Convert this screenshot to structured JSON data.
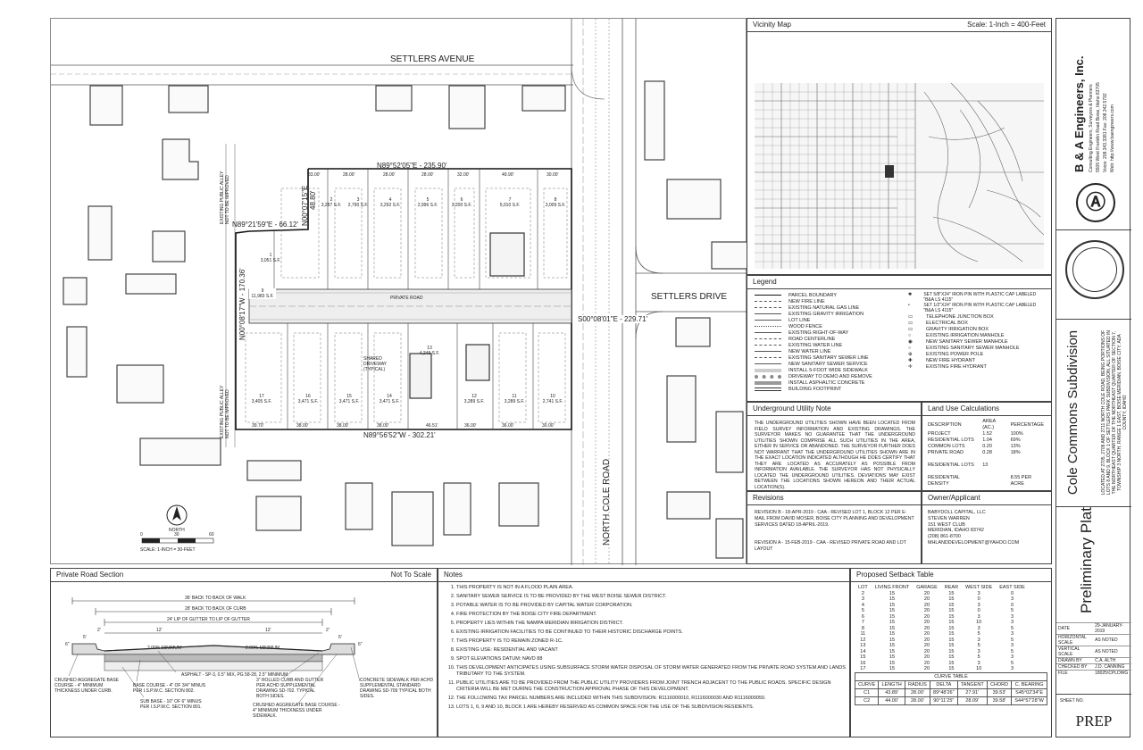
{
  "plan": {
    "street_top": "SETTLERS AVENUE",
    "street_right": "SETTLERS DRIVE",
    "road_vertical": "NORTH COLE ROAD",
    "alley_left_top": "EXISTING PUBLIC ALLEY NOT TO BE IMPROVED",
    "alley_left_bottom": "EXISTING PUBLIC ALLEY NOT TO BE IMPROVED",
    "bearing_north": "N89°52'05\"E - 235.90'",
    "bearing_step": "N89°21'59\"E - 66.12'",
    "bearing_south": "N89°56'52\"W - 302.21'",
    "bearing_east": "S00°08'01\"E - 229.71'",
    "bearing_west": "N00°08'17\"W - 170.36'",
    "bearing_nw": "N00°07'15\"E",
    "bearing_nw_len": "48.80'",
    "private_road": "PRIVATE ROAD",
    "shared_driveway": "SHARED DRIVEWAY (TYPICAL)",
    "north_label": "NORTH",
    "scale_text": "SCALE: 1-INCH = 30-FEET",
    "scale_ticks": [
      "0",
      "30",
      "60"
    ],
    "top_dims": [
      "33.00'",
      "28.00'",
      "28.00'",
      "28.00'",
      "32.00'",
      "49.90'",
      "30.00'"
    ],
    "bottom_dims": [
      "39.70'",
      "38.00'",
      "38.00'",
      "38.00'",
      "46.51'",
      "36.00'",
      "36.00'",
      "30.00'"
    ],
    "north_lots": [
      {
        "num": "1",
        "area": "3,051 S.F."
      },
      {
        "num": "2",
        "area": "3,287 S.F."
      },
      {
        "num": "3",
        "area": "2,790 S.F."
      },
      {
        "num": "4",
        "area": "3,292 S.F."
      },
      {
        "num": "5",
        "area": "2,996 S.F."
      },
      {
        "num": "6",
        "area": "3,200 S.F."
      },
      {
        "num": "7",
        "area": "5,010 S.F."
      },
      {
        "num": "8",
        "area": "3,009 S.F."
      }
    ],
    "south_lots": [
      {
        "num": "17",
        "area": "3,405 S.F."
      },
      {
        "num": "16",
        "area": "3,471 S.F."
      },
      {
        "num": "15",
        "area": "3,471 S.F."
      },
      {
        "num": "14",
        "area": "3,471 S.F."
      },
      {
        "num": "13",
        "area": "4,249 S.F."
      },
      {
        "num": "12",
        "area": "3,289 S.F."
      },
      {
        "num": "11",
        "area": "3,289 S.F."
      },
      {
        "num": "10",
        "area": "2,741 S.F."
      }
    ],
    "lot_9": {
      "num": "9",
      "area": "11,983 S.F."
    }
  },
  "vicinity": {
    "title": "Vicinity Map",
    "scale": "Scale: 1-Inch = 400-Feet"
  },
  "legend": {
    "title": "Legend",
    "left": [
      "PARCEL BOUNDARY",
      "NEW FIRE LINE",
      "EXISTING NATURAL GAS LINE",
      "EXISTING GRAVITY IRRIGATION",
      "LOT LINE",
      "WOOD FENCE",
      "EXISTING RIGHT-OF-WAY",
      "ROAD CENTERLINE",
      "EXISTING WATER LINE",
      "NEW WATER LINE",
      "EXISTING SANITARY SEWER LINE",
      "NEW SANITARY SEWER SERVICE",
      "INSTALL 5-FOOT WIDE SIDEWALK",
      "DRIVEWAY TO DEMO AND REMOVE",
      "INSTALL ASPHALTIC CONCRETE",
      "BUILDING FOOTPRINT"
    ],
    "right": [
      "SET 5/8\"X24\" IRON PIN WITH PLASTIC CAP LABELED \"B&A LS 4115\"",
      "SET 1/2\"X24\" IRON PIN WITH PLASTIC CAP LABELED \"B&A LS 4115\"",
      "TELEPHONE JUNCTION BOX",
      "ELECTRICAL BOX",
      "GRAVITY IRRIGATION BOX",
      "EXISTING IRRIGATION MANHOLE",
      "NEW SANITARY SEWER MANHOLE",
      "EXISTING SANITARY SEWER MANHOLE",
      "EXISTING POWER POLE",
      "NEW FIRE HYDRANT",
      "EXISTING FIRE HYDRANT"
    ]
  },
  "utility": {
    "title": "Underground Utility Note",
    "text": "THE UNDERGROUND UTILITIES SHOWN HAVE BEEN LOCATED FROM FIELD SURVEY INFORMATION AND EXISTING DRAWINGS. THE SURVEYOR MAKES NO GUARANTEE THAT THE UNDERGROUND UTILITIES SHOWN COMPRISE ALL SUCH UTILITIES IN THE AREA, EITHER IN SERVICE OR ABANDONED. THE SURVEYOR FURTHER DOES NOT WARRANT THAT THE UNDERGROUND UTILITIES SHOWN ARE IN THE EXACT LOCATION INDICATED ALTHOUGH HE DOES CERTIFY THAT THEY ARE LOCATED AS ACCURATELY AS POSSIBLE FROM INFORMATION AVAILABLE. THE SURVEYOR HAS NOT PHYSICALLY LOCATED THE UNDERGROUND UTILITIES. DEVIATIONS MAY EXIST BETWEEN THE LOCATIONS SHOWN HEREON AND THEIR ACTUAL LOCATION(S)."
  },
  "land_use": {
    "title": "Land Use Calculations",
    "headers": [
      "DESCRIPTION",
      "AREA (AC.)",
      "PERCENTAGE"
    ],
    "rows": [
      [
        "PROJECT",
        "1.52",
        "100%"
      ],
      [
        "RESIDENTIAL LOTS",
        "1.04",
        "69%"
      ],
      [
        "COMMON LOTS",
        "0.20",
        "13%"
      ],
      [
        "PRIVATE ROAD",
        "0.28",
        "18%"
      ]
    ],
    "res_lots_label": "RESIDENTIAL LOTS",
    "res_lots_value": "13",
    "density_label": "RESIDENTIAL DENSITY",
    "density_value": "8.55 PER ACRE"
  },
  "revisions": {
    "title": "Revisions",
    "items": [
      "REVISION B - 18-APR-2019 - CAA - REVISED LOT 1, BLOCK 12 PER E-MAIL FROM DAVID MOSER, BOISE CITY PLANNING AND DEVELOPMENT SERVICES DATED 18-APRIL-2019.",
      "REVISION A - 15-FEB-2019 - CAA - REVISED PRIVATE ROAD AND LOT LAYOUT"
    ]
  },
  "owner": {
    "title": "Owner/Applicant",
    "lines": [
      "BABYDOLL CAPITAL, LLC",
      "STEVEN WARREN",
      "151 WEST CLUB",
      "MERIDIAN, IDAHO 83742",
      "(208) 861-8700",
      "",
      "MHLANDDEVELOPMENT@YAHOO.COM"
    ]
  },
  "road_section": {
    "title": "Private Road Section",
    "scale": "Not To Scale",
    "dims": [
      "36' BACK TO BACK OF WALK",
      "28' BACK TO BACK OF CURB",
      "24' LIP OF GUTTER TO LIP OF GUTTER"
    ],
    "half_dims": [
      "12'",
      "12'",
      "5'",
      "5'",
      "2'",
      "2'",
      "6\"",
      "6\""
    ],
    "slopes": [
      "2.00% MINIMUM",
      "2.00% MINIMUM"
    ],
    "callouts": [
      "ASPHALT - SP-3, 0.5\" MIX, PG 58-28, 2.5\" MINIMUM.",
      "CRUSHED AGGREGATE BASE COURSE - 4\" MINIMUM THICKNESS UNDER CURB.",
      "BASE COURSE - 4\" OF 3/4\" MINUS PER I.S.P.W.C. SECTION 802.",
      "SUB BASE - 10\" OF 6\" MINUS PER I.S.P.W.C. SECTION 801.",
      "3\" ROLLED CURB AND GUTTER PER ACHD SUPPLEMENTAL DRAWING SD-702. TYPICAL BOTH SIDES.",
      "CRUSHED AGGREGATE BASE COURSE - 4\" MINIMUM THICKNESS UNDER SIDEWALK.",
      "CONCRETE SIDEWALK PER ACHD SUPPLEMENTAL STANDARD DRAWING SD-709 TYPICAL BOTH SIDES."
    ]
  },
  "notes": {
    "title": "Notes",
    "items": [
      "THIS PROPERTY IS NOT IN A FLOOD PLAIN AREA.",
      "SANITARY SEWER SERVICE IS TO BE PROVIDED BY THE WEST BOISE SEWER DISTRICT.",
      "POTABLE WATER IS TO BE PROVIDED BY CAPITAL WATER CORPORATION.",
      "FIRE PROTECTION BY THE BOISE CITY FIRE DEPARTMENT.",
      "PROPERTY LIES WITHIN THE NAMPA MERIDIAN IRRIGATION DISTRICT.",
      "EXISTING IRRIGATION FACILITIES TO BE CONTINUED TO THEIR HISTORIC DISCHARGE POINTS.",
      "THIS PROPERTY IS TO REMAIN ZONED R-1C.",
      "EXISTING USE: RESIDENTIAL AND VACANT",
      "SPOT ELEVATIONS DATUM: NAVD 88",
      "THIS DEVELOPMENT ANTICIPATES USING SUBSURFACE STORM WATER DISPOSAL OF STORM WATER GENERATED FROM THE PRIVATE ROAD SYSTEM AND LANDS TRIBUTARY TO THE SYSTEM.",
      "PUBLIC UTILITIES ARE TO BE PROVIDED FROM THE PUBLIC UTILITY PROVIDERS FROM JOINT TRENCH ADJACENT TO THE PUBLIC ROADS. SPECIFIC DESIGN CRITERIA WILL BE MET DURING THE CONSTRUCTION APPROVAL PHASE OF THIS DEVELOPMENT.",
      "THE FOLLOWING TAX PARCEL NUMBERS ARE INCLUDED WITHIN THIS SUBDIVISION: R1116000010, R1116000030 AND R1116000050.",
      "LOTS 1, 6, 9 AND 10, BLOCK 1 ARE HEREBY RESERVED AS COMMON SPACE FOR THE USE OF THE SUBDIVISION RESIDENTS."
    ]
  },
  "setback": {
    "title": "Proposed Setback Table",
    "headers": [
      "LOT",
      "LIVING FRONT",
      "GARAGE",
      "REAR",
      "WEST SIDE",
      "EAST SIDE"
    ],
    "rows": [
      [
        "2",
        "15",
        "20",
        "15",
        "3",
        "0"
      ],
      [
        "3",
        "15",
        "20",
        "15",
        "0",
        "3"
      ],
      [
        "4",
        "15",
        "20",
        "15",
        "3",
        "0"
      ],
      [
        "5",
        "15",
        "20",
        "15",
        "0",
        "5"
      ],
      [
        "6",
        "15",
        "20",
        "15",
        "3",
        "3"
      ],
      [
        "7",
        "15",
        "20",
        "15",
        "10",
        "3"
      ],
      [
        "8",
        "15",
        "20",
        "15",
        "3",
        "5"
      ],
      [
        "11",
        "15",
        "20",
        "15",
        "5",
        "3"
      ],
      [
        "12",
        "15",
        "20",
        "15",
        "3",
        "5"
      ],
      [
        "13",
        "15",
        "20",
        "15",
        "5",
        "3"
      ],
      [
        "14",
        "15",
        "20",
        "15",
        "3",
        "5"
      ],
      [
        "15",
        "15",
        "20",
        "15",
        "5",
        "3"
      ],
      [
        "16",
        "15",
        "20",
        "15",
        "3",
        "5"
      ],
      [
        "17",
        "15",
        "20",
        "15",
        "10",
        "3"
      ]
    ]
  },
  "curve": {
    "title": "CURVE TABLE",
    "headers": [
      "CURVE",
      "LENGTH",
      "RADIUS",
      "DELTA",
      "TANGENT",
      "CHORD",
      "C. BEARING"
    ],
    "rows": [
      [
        "C1",
        "43.89'",
        "28.00'",
        "89°48'26\"",
        "27.91'",
        "39.53'",
        "S45°02'34\"E"
      ],
      [
        "C2",
        "44.00'",
        "28.00'",
        "90°11'25\"",
        "28.09'",
        "39.58'",
        "S44°57'28\"W"
      ]
    ]
  },
  "titleblock": {
    "firm": "B & A Engineers, Inc.",
    "firm_sub": "Consulting Engineers, Surveyors & Planners",
    "address": "5505 West Franklin Road   Boise, Idaho   83705",
    "phone": "Voice: 208.343.3381   Fax: 208.342.5792",
    "web": "Web: http://www.baengineers.com",
    "project_title": "Cole Commons Subdivision",
    "location": "LOCATED AT 2705, 2709 AND 2711 NORTH COLE ROAD, BEING PORTIONS OF LOTS 8 AND 9, BLOCK 1 OF SETTLERS PARK SUBDIVISION, ALL SITUATED IN THE NORTHEAST QUARTER OF THE NORTHEAST QUARTER OF SECTION 7, TOWNSHIP 3 NORTH, RANGE 1 EAST, BOISE MERIDIAN, BOISE CITY, ADA COUNTY, IDAHO",
    "sheet_title": "Preliminary Plat",
    "info": [
      [
        "DATE",
        "29-JANUARY-2019"
      ],
      [
        "HORIZONTAL SCALE",
        "AS NOTED"
      ],
      [
        "VERTICAL SCALE",
        "AS NOTED"
      ],
      [
        "DRAWN BY",
        "C.A. ALTH"
      ],
      [
        "CHECKED BY",
        "J.D. CANNING"
      ],
      [
        "FILE",
        "18025\\CPLDWG"
      ]
    ],
    "sheet_no_label": "SHEET NO.",
    "sheet_no": "PREP"
  }
}
